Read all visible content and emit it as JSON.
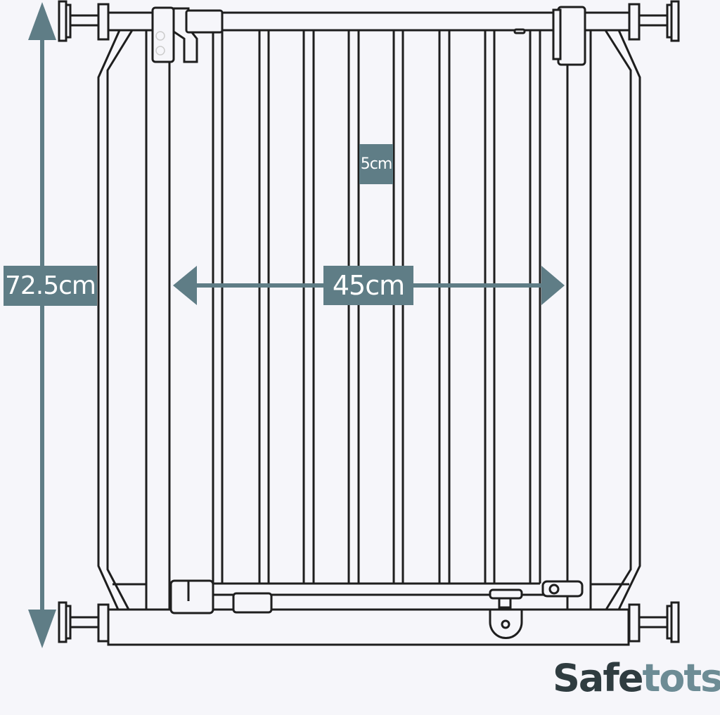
{
  "diagram": {
    "subject": "Pressure-fit safety gate dimensions",
    "colors": {
      "background": "#f6f6fa",
      "line": "#1e1e1e",
      "accent": "#5f7d86",
      "brand_dark": "#2f3c40",
      "brand_light": "#6d8c95"
    },
    "dimensions": {
      "height": {
        "label": "72.5cm",
        "orientation": "vertical"
      },
      "opening_width": {
        "label": "45cm",
        "orientation": "horizontal"
      },
      "bar_gap": {
        "label": "5cm",
        "orientation": "horizontal"
      }
    }
  },
  "brand": {
    "part1": "Safe",
    "part2": "tots"
  }
}
